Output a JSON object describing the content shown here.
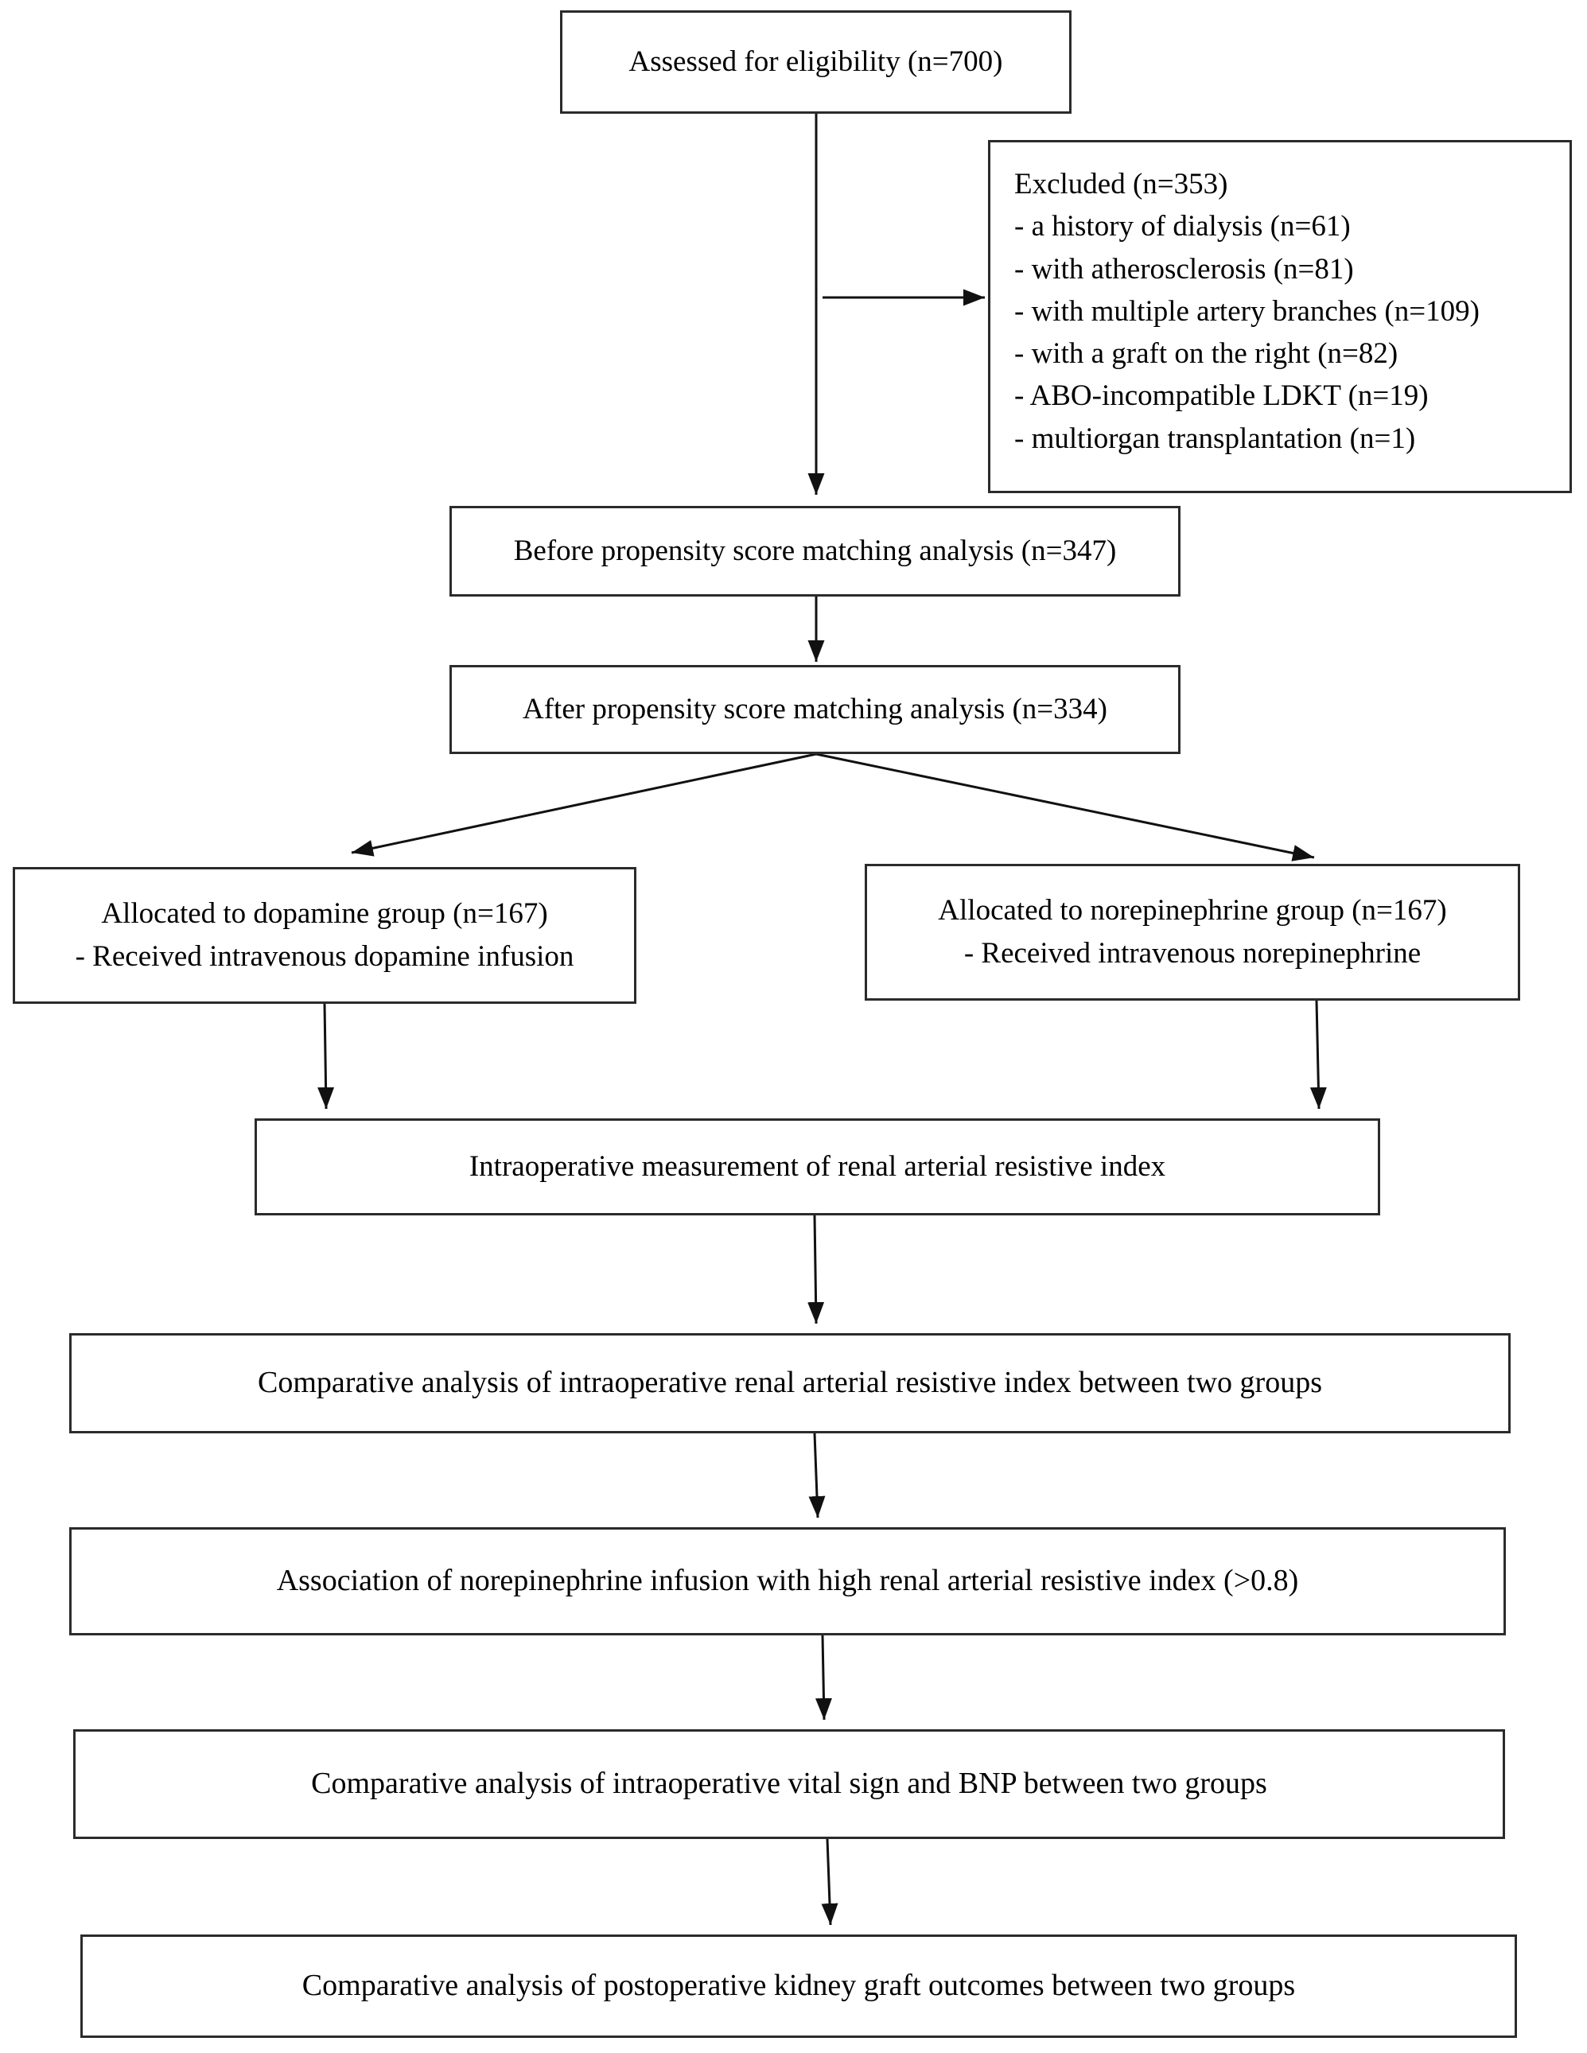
{
  "diagram": {
    "nodes": {
      "assessed": {
        "text": "Assessed for eligibility (n=700)"
      },
      "excluded": {
        "title": "Excluded (n=353)",
        "items": [
          "- a history of dialysis (n=61)",
          "- with atherosclerosis (n=81)",
          "- with multiple artery branches (n=109)",
          "- with a graft on the right (n=82)",
          "- ABO-incompatible LDKT (n=19)",
          "- multiorgan transplantation (n=1)"
        ]
      },
      "before_psm": {
        "text": "Before propensity score matching analysis (n=347)"
      },
      "after_psm": {
        "text": "After propensity score matching analysis (n=334)"
      },
      "dopamine": {
        "line1": "Allocated to dopamine group (n=167)",
        "line2": "- Received intravenous dopamine infusion"
      },
      "norepinephrine": {
        "line1": "Allocated to norepinephrine group (n=167)",
        "line2": "- Received intravenous norepinephrine"
      },
      "measurement": {
        "text": "Intraoperative measurement of renal arterial resistive index"
      },
      "comparative_ri": {
        "text": "Comparative analysis of intraoperative renal arterial resistive index between two groups"
      },
      "association": {
        "text": "Association of norepinephrine infusion with high renal arterial resistive index (>0.8)"
      },
      "vital_bnp": {
        "text": "Comparative analysis of intraoperative vital sign and BNP between two groups"
      },
      "outcomes": {
        "text": "Comparative analysis of postoperative kidney graft outcomes between two groups"
      }
    },
    "edges": [
      {
        "from": "assessed",
        "to": "before_psm"
      },
      {
        "from": "assessed",
        "to": "excluded"
      },
      {
        "from": "before_psm",
        "to": "after_psm"
      },
      {
        "from": "after_psm",
        "to": "dopamine"
      },
      {
        "from": "after_psm",
        "to": "norepinephrine"
      },
      {
        "from": "dopamine",
        "to": "measurement"
      },
      {
        "from": "norepinephrine",
        "to": "measurement"
      },
      {
        "from": "measurement",
        "to": "comparative_ri"
      },
      {
        "from": "comparative_ri",
        "to": "association"
      },
      {
        "from": "association",
        "to": "vital_bnp"
      },
      {
        "from": "vital_bnp",
        "to": "outcomes"
      }
    ]
  }
}
